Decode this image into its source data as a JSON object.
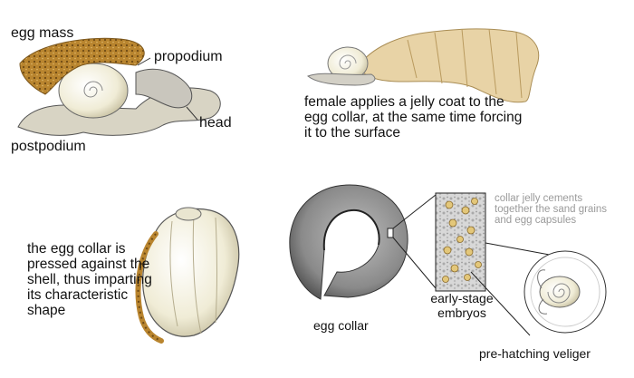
{
  "labels": {
    "egg_mass": "egg mass",
    "propodium": "propodium",
    "head": "head",
    "postpodium": "postpodium",
    "egg_collar": "egg collar",
    "early_stage_embryos": "early-stage embryos",
    "pre_hatching_veliger": "pre-hatching veliger"
  },
  "captions": {
    "female_applies": "female applies a jelly coat to the egg collar, at the same time forcing it to the surface",
    "egg_collar_pressed": "the egg collar is pressed against the shell, thus imparting its characteristic shape",
    "collar_jelly": "collar jelly cements together the sand grains and egg capsules"
  },
  "colors": {
    "egg_mass": "#b9852f",
    "jelly": "#e8d3a6",
    "shell": "#f2eed9",
    "foot": "#d8d4c4",
    "collar": "#8c8c8c",
    "callout_text": "#9a9a9a"
  }
}
